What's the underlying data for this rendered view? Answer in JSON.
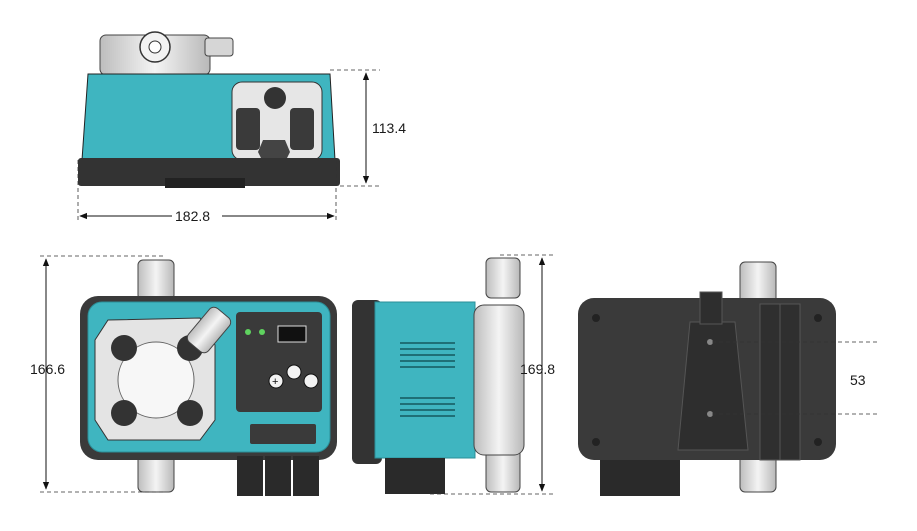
{
  "dimensions": {
    "top_view_height": "113.4",
    "top_view_width": "182.8",
    "front_height": "166.6",
    "side_height": "169.8",
    "mounting_spacing": "53"
  },
  "colors": {
    "housing": "#3fb5c0",
    "housing_dark": "#2b8f98",
    "base": "#333333",
    "panel": "#3a3a3a",
    "valve": "#e8e8e8"
  },
  "icons": [
    "plus-button-icon",
    "minus-button-icon",
    "led-indicator-icon"
  ]
}
